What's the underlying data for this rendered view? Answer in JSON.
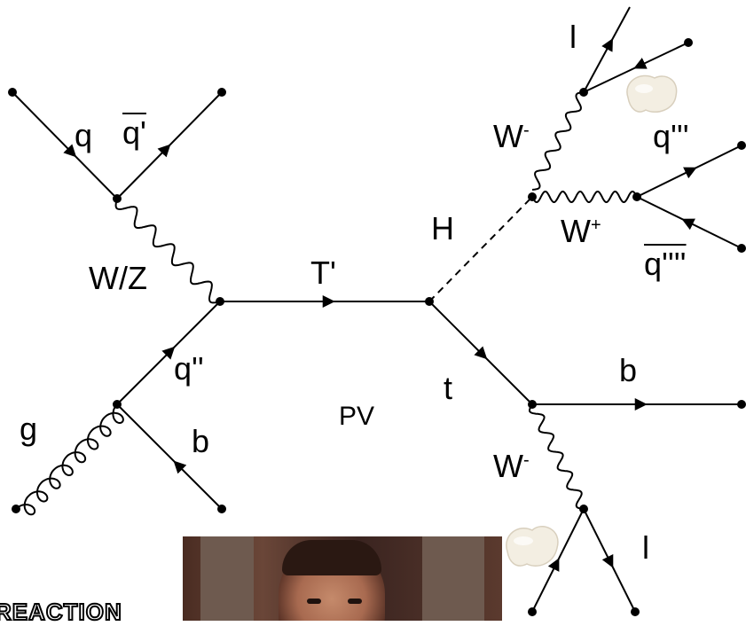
{
  "labels": {
    "q": "q",
    "qbar_prime": "q'",
    "wz": "W/Z",
    "q_doubleprime": "q''",
    "g": "g",
    "b_lower": "b",
    "t_prime": "T'",
    "pv": "PV",
    "h": "H",
    "t": "t",
    "b_right": "b",
    "w_minus_upper": "W",
    "w_minus_upper_sup": "-",
    "l_upper": "l",
    "q_tripleprime": "q'''",
    "w_plus": "W",
    "w_plus_sup": "+",
    "qbar_quadprime": "q''''",
    "w_minus_lower": "W",
    "w_minus_lower_sup": "-",
    "l_lower": "l"
  },
  "banner": "REACTION",
  "colors": {
    "line": "#000000",
    "bean": "#f3eee2"
  }
}
